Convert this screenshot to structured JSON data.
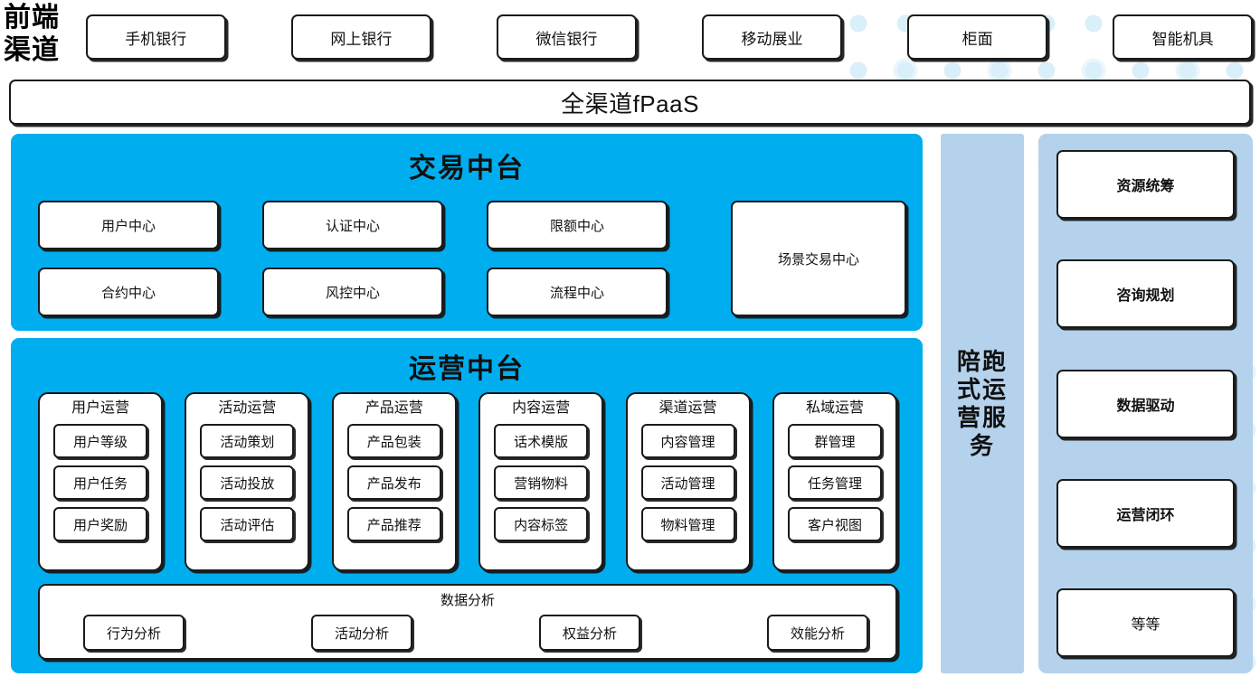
{
  "colors": {
    "cyan_panel": "#00AEEF",
    "light_blue_panel": "#B4D2EC",
    "card_background": "#FFFFFF",
    "border": "#1A1A1A",
    "dot_decoration": "#D8EFFA"
  },
  "channels": {
    "label": "前端渠道",
    "items": [
      {
        "label": "手机银行"
      },
      {
        "label": "网上银行"
      },
      {
        "label": "微信银行"
      },
      {
        "label": "移动展业"
      },
      {
        "label": "柜面"
      },
      {
        "label": "智能机具"
      }
    ]
  },
  "platform_bar": {
    "label": "全渠道fPaaS"
  },
  "trade_center": {
    "title": "交易中台",
    "cells": [
      {
        "label": "用户中心"
      },
      {
        "label": "认证中心"
      },
      {
        "label": "限额中心"
      },
      {
        "label": "合约中心"
      },
      {
        "label": "风控中心"
      },
      {
        "label": "流程中心"
      }
    ],
    "tall_cell": {
      "label": "场景交易中心"
    }
  },
  "ops_center": {
    "title": "运营中台",
    "groups": [
      {
        "title": "用户运营",
        "items": [
          {
            "label": "用户等级"
          },
          {
            "label": "用户任务"
          },
          {
            "label": "用户奖励"
          }
        ]
      },
      {
        "title": "活动运营",
        "items": [
          {
            "label": "活动策划"
          },
          {
            "label": "活动投放"
          },
          {
            "label": "活动评估"
          }
        ]
      },
      {
        "title": "产品运营",
        "items": [
          {
            "label": "产品包装"
          },
          {
            "label": "产品发布"
          },
          {
            "label": "产品推荐"
          }
        ]
      },
      {
        "title": "内容运营",
        "items": [
          {
            "label": "话术模版"
          },
          {
            "label": "营销物料"
          },
          {
            "label": "内容标签"
          }
        ]
      },
      {
        "title": "渠道运营",
        "items": [
          {
            "label": "内容管理"
          },
          {
            "label": "活动管理"
          },
          {
            "label": "物料管理"
          }
        ]
      },
      {
        "title": "私域运营",
        "items": [
          {
            "label": "群管理"
          },
          {
            "label": "任务管理"
          },
          {
            "label": "客户视图"
          }
        ]
      }
    ],
    "data_analysis": {
      "title": "数据分析",
      "items": [
        {
          "label": "行为分析"
        },
        {
          "label": "活动分析"
        },
        {
          "label": "权益分析"
        },
        {
          "label": "效能分析"
        }
      ]
    }
  },
  "service_column": {
    "label": "陪跑式运营服务"
  },
  "capabilities": {
    "items": [
      {
        "label": "资源统筹",
        "emphasis": "bold"
      },
      {
        "label": "咨询规划",
        "emphasis": "bold"
      },
      {
        "label": "数据驱动",
        "emphasis": "bold"
      },
      {
        "label": "运营闭环",
        "emphasis": "bold"
      },
      {
        "label": "等等",
        "emphasis": "normal"
      }
    ]
  }
}
